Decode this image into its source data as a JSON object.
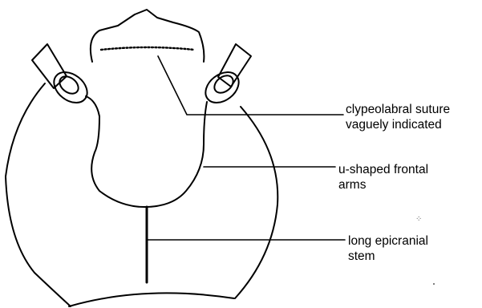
{
  "diagram": {
    "labels": {
      "clypeolabral": {
        "line1": "clypeolabral suture",
        "line2": "vaguely indicated"
      },
      "frontal_arms": {
        "line1": "u-shaped frontal",
        "line2": "arms"
      },
      "epicranial_stem": {
        "line1": "long epicranial",
        "line2": "stem"
      }
    }
  }
}
